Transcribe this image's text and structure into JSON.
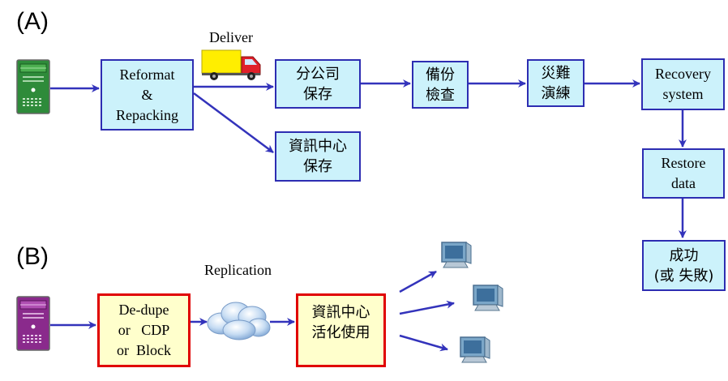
{
  "section_a": {
    "label": "(A)",
    "deliver_label": "Deliver",
    "reformat": {
      "line1": "Reformat",
      "line2": "&",
      "line3": "Repacking"
    },
    "branch_office": {
      "line1": "分公司",
      "line2": "保存"
    },
    "datacenter_store": {
      "line1": "資訊中心",
      "line2": "保存"
    },
    "backup_check": {
      "line1": "備份",
      "line2": "檢查"
    },
    "disaster_drill": {
      "line1": "災難",
      "line2": "演練"
    },
    "recovery": {
      "line1": "Recovery",
      "line2": "system"
    },
    "restore": {
      "line1": "Restore",
      "line2": "data"
    },
    "result": {
      "line1": "成功",
      "line2": "(或 失敗)"
    }
  },
  "section_b": {
    "label": "(B)",
    "replication_label": "Replication",
    "dedupe": {
      "line1": "De-dupe",
      "line2": "or   CDP",
      "line3": "or  Block"
    },
    "datacenter_use": {
      "line1": "資訊中心",
      "line2": "活化使用"
    }
  },
  "icons": {
    "server_a": "server-icon",
    "server_b": "server-icon",
    "truck": "delivery-truck-icon",
    "cloud": "cloud-icon",
    "monitors": [
      "monitor-icon",
      "monitor-icon",
      "monitor-icon"
    ]
  },
  "colors": {
    "arrow": "#3333bb",
    "box_blue_fill": "#ccf2fb",
    "box_blue_border": "#2d2db2",
    "box_yellow_fill": "#ffffcc",
    "box_red_border": "#e00000",
    "server_a": "#2e8b3a",
    "server_b": "#8a2a8c",
    "truck_body": "#ffee00",
    "truck_cab": "#e0202a"
  }
}
